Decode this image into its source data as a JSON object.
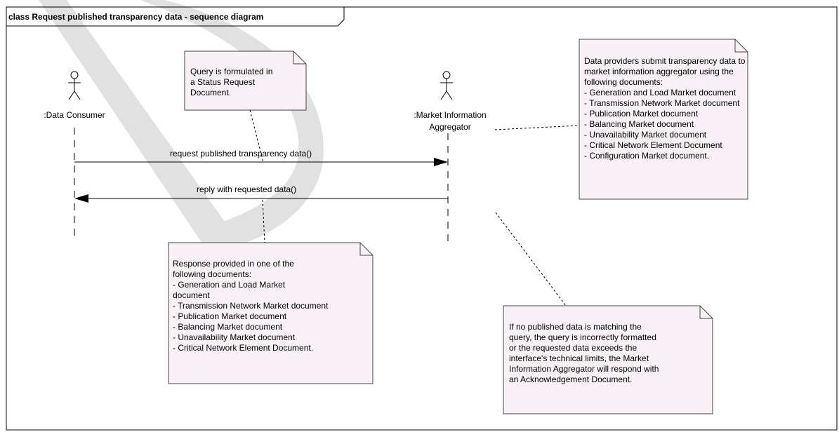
{
  "frame": {
    "title": "class Request published transparency data - sequence diagram"
  },
  "actors": [
    {
      "id": "data-consumer",
      "lines": [
        ":Data Consumer"
      ]
    },
    {
      "id": "market-info-aggregator",
      "lines": [
        ":Market Information",
        "Aggregator"
      ]
    }
  ],
  "messages": [
    {
      "label": "request published transparency data()",
      "from": "data-consumer",
      "to": "market-info-aggregator"
    },
    {
      "label": "reply with requested data()",
      "from": "market-info-aggregator",
      "to": "data-consumer"
    }
  ],
  "notes": {
    "query": {
      "lines": [
        "Query is formulated in",
        "a Status Request",
        "Document."
      ]
    },
    "providers": {
      "lines": [
        "Data providers submit transparency data to",
        "market information aggregator using the",
        "following documents:",
        "- Generation and Load Market document",
        "- Transmission Network Market document",
        "- Publication Market document",
        "- Balancing Market document",
        "- Unavailability Market document",
        "- Critical Network Element Document",
        "- Configuration Market document."
      ]
    },
    "response": {
      "lines": [
        "Response provided in one of the",
        "following documents:",
        "- Generation and Load Market",
        "document",
        "- Transmission Network Market document",
        "- Publication Market document",
        "- Balancing Market document",
        "- Unavailability Market document",
        "- Critical Network Element Document."
      ]
    },
    "error": {
      "lines": [
        "If no published data is matching the",
        "query, the query is incorrectly formatted",
        "or the requested data exceeds the",
        "interface's technical limits, the Market",
        "Information Aggregator will respond with",
        "an Acknowledgement Document."
      ]
    }
  },
  "colors": {
    "note_fill": "#f8f2f6",
    "note_border": "#444444",
    "line": "#000000",
    "watermark": "#dcdcdc"
  }
}
